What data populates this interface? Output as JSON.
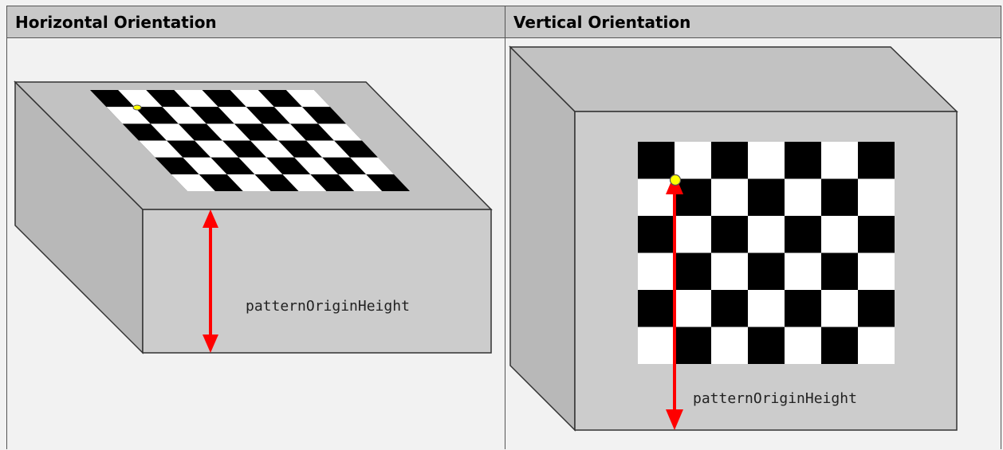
{
  "headers": {
    "horizontal": "Horizontal Orientation",
    "vertical": "Vertical Orientation"
  },
  "horizontal_diagram": {
    "label": "patternOriginHeight"
  },
  "vertical_diagram": {
    "label": "patternOriginHeight"
  },
  "colors": {
    "box_face": "#cccccc",
    "box_side": "#b8b8b8",
    "box_top": "#c2c2c2",
    "arrow": "#ff0000",
    "origin_marker": "#ffff00",
    "header_bg": "#c8c8c8"
  }
}
